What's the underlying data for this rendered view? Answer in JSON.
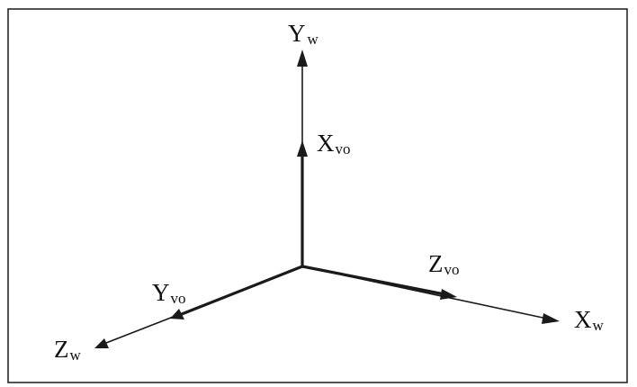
{
  "diagram": {
    "labels": {
      "yw": {
        "main": "Y",
        "sub": "w"
      },
      "xvo": {
        "main": "X",
        "sub": "vo"
      },
      "zvo": {
        "main": "Z",
        "sub": "vo"
      },
      "xw": {
        "main": "X",
        "sub": "w"
      },
      "yvo": {
        "main": "Y",
        "sub": "vo"
      },
      "zw": {
        "main": "Z",
        "sub": "w"
      }
    }
  }
}
